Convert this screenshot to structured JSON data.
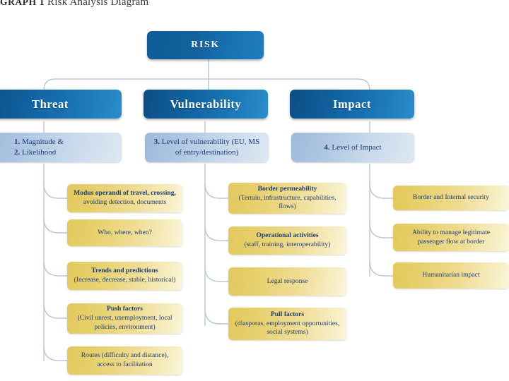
{
  "caption": {
    "label": "GRAPH 1",
    "title": "Risk Analysis Diagram"
  },
  "colors": {
    "root_blue_dark": "#0f5b96",
    "root_blue_light": "#1f7dbd",
    "category_blue_dark": "#0d4e84",
    "category_blue_light": "#2a8dcc",
    "level_blue_dark": "#9fb9da",
    "level_blue_light": "#dde8f3",
    "leaf_gold_dark": "#e3c85c",
    "leaf_gold_light": "#fbf6dd",
    "leaf_text": "#1f3d6b",
    "level_text": "#1d3f72",
    "connector": "#b9c6d8",
    "page_background": "#ffffff"
  },
  "root": {
    "label": "RISK"
  },
  "columns": [
    {
      "id": "threat",
      "category": "Threat",
      "level_parts": [
        {
          "num": "1.",
          "text": " Magnitude &"
        },
        {
          "num": "2.",
          "text": " Likelihood"
        }
      ],
      "level_plain": "1. Magnitude & 2. Likelihood",
      "leaves": [
        {
          "title": "Modus operandi of travel, crossing,",
          "sub": "avoiding detection, documents"
        },
        {
          "title": "",
          "sub": "Who, where, when?"
        },
        {
          "title": "Trends and predictions",
          "sub": "(Increase, decrease, stable, historical)"
        },
        {
          "title": "Push factors",
          "sub": "(Civil unrest, unemployment, local policies, environment)"
        },
        {
          "title": "",
          "sub": "Routes (difficulty and distance), access to facilitation"
        }
      ]
    },
    {
      "id": "vulnerability",
      "category": "Vulnerability",
      "level_parts": [
        {
          "num": "3.",
          "text": " Level of vulnerability (EU, MS of entry/destination)"
        }
      ],
      "level_plain": "3. Level of vulnerability (EU, MS of entry/destination)",
      "leaves": [
        {
          "title": "Border permeability",
          "sub": "(Terrain, infrastructure, capabilities, flows)"
        },
        {
          "title": "Operational activities",
          "sub": "(staff, training, interoperability)"
        },
        {
          "title": "",
          "sub": "Legal response"
        },
        {
          "title": "Pull factors",
          "sub": "(diasporas, employment opportunities, social systems)"
        }
      ]
    },
    {
      "id": "impact",
      "category": "Impact",
      "level_parts": [
        {
          "num": "4.",
          "text": " Level of Impact"
        }
      ],
      "level_plain": "4. Level of Impact",
      "leaves": [
        {
          "title": "",
          "sub": "Border and Internal security"
        },
        {
          "title": "",
          "sub": "Ability to manage legitimate passenger flow at border"
        },
        {
          "title": "",
          "sub": "Humanitarian impact"
        }
      ]
    }
  ]
}
